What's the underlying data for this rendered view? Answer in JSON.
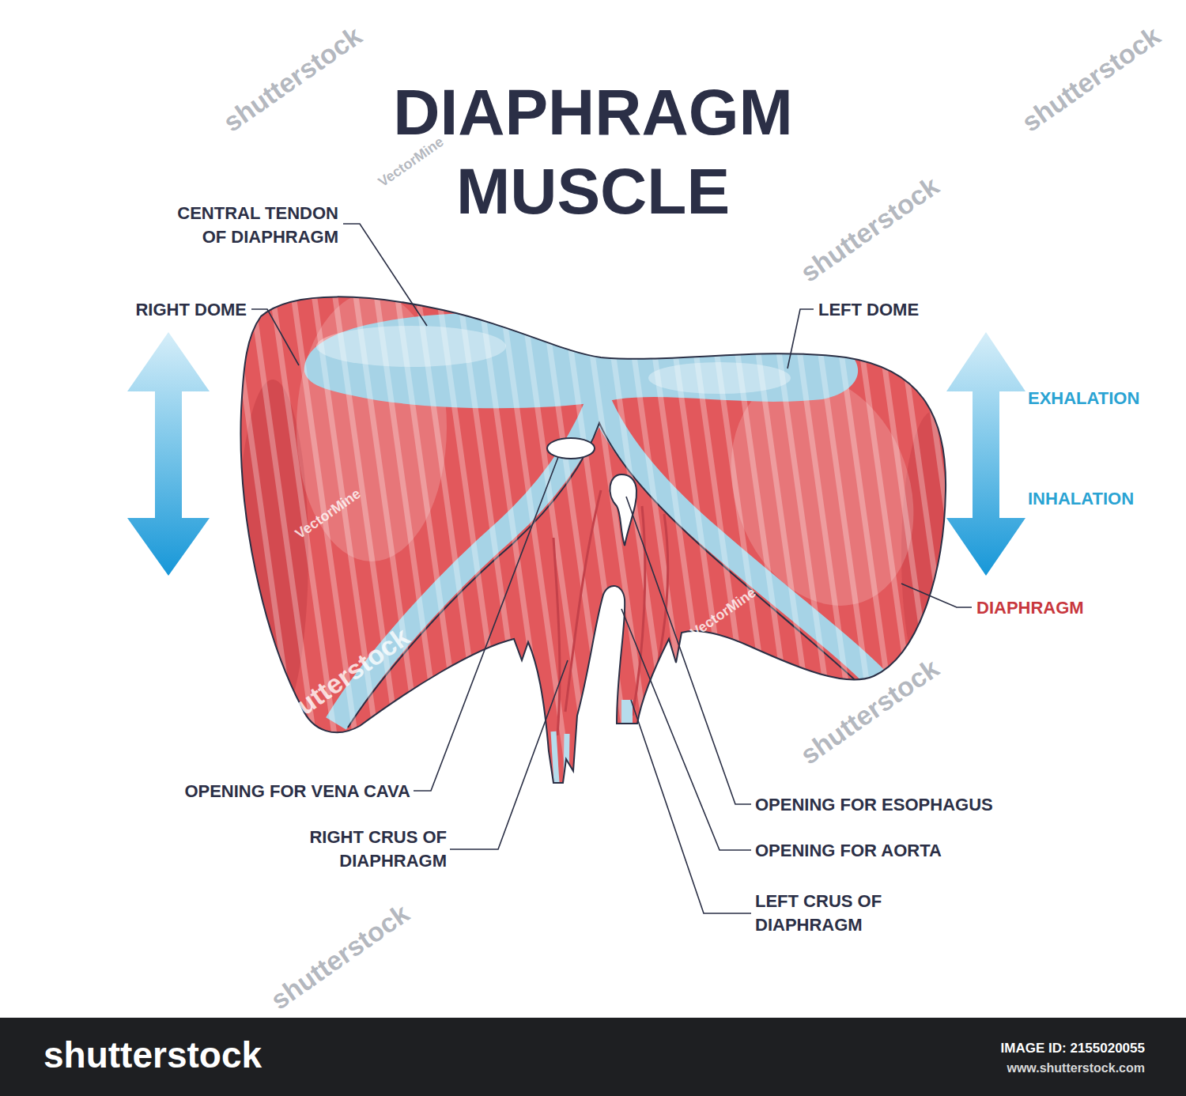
{
  "diagram": {
    "title": "DIAPHRAGM MUSCLE",
    "nodes": [
      {
        "text": [
          "shutterstock",
          "IMAGE ID: 2155020055",
          "www.shutterstock.com"
        ]
      }
    ],
    "labels": [
      "CENTRAL TENDON OF DIAPHRAGM",
      "RIGHT DOME",
      "LEFT DOME",
      "EXHALATION",
      "INHALATION",
      "DIAPHRAGM",
      "OPENING FOR VENA CAVA",
      "RIGHT CRUS OF DIAPHRAGM",
      "OPENING FOR ESOPHAGUS",
      "OPENING FOR AORTA",
      "LEFT CRUS OF DIAPHRAGM",
      "VectorMine",
      "VectorMine",
      "VectorMine",
      "shutterstock",
      "shutterstock",
      "shutterstock",
      "shutterstock",
      "shutterstock",
      "shutterstock"
    ]
  }
}
